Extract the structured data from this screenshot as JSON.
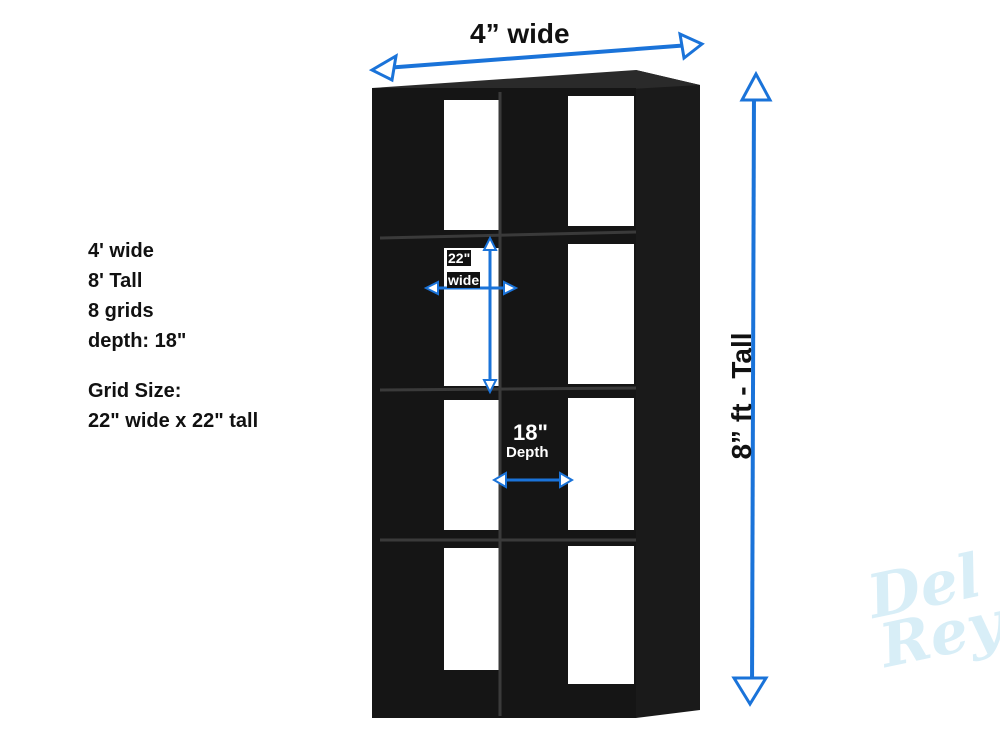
{
  "specs": {
    "line1": "4' wide",
    "line2": "8' Tall",
    "line3": "8 grids",
    "line4": "depth: 18\"",
    "grid_title": "Grid Size:",
    "grid_size": "22\" wide x 22\" tall"
  },
  "dimensions": {
    "width_label": "4” wide",
    "height_label": "8” ft - Tall",
    "depth_value": "18\"",
    "depth_word": "Depth",
    "cell_width_value": "22\"",
    "cell_width_word": "wide",
    "cell_height": "22\" tall"
  },
  "watermark": {
    "line1": "Del",
    "line2": "Rey"
  },
  "colors": {
    "arrow": "#1a73d9",
    "shelf": "#151515",
    "watermark": "#cfeaf6"
  }
}
